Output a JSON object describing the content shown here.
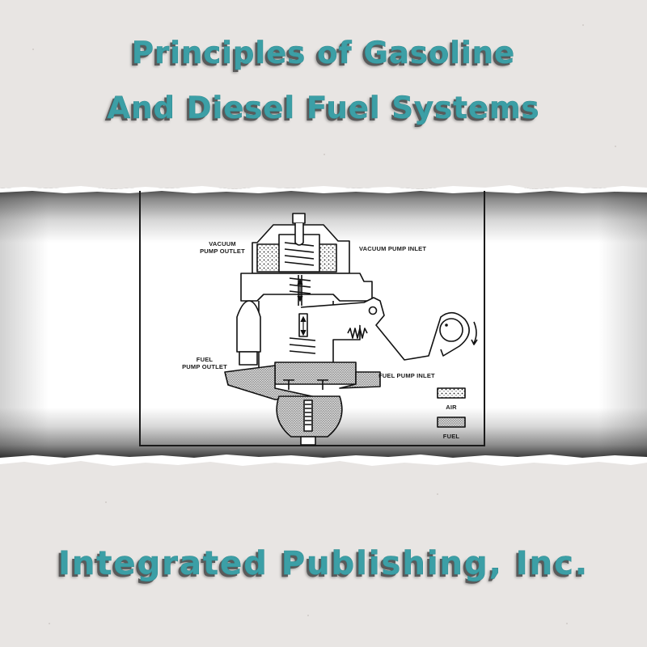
{
  "cover": {
    "title_line1": "Principles of Gasoline",
    "title_line2": "And Diesel Fuel Systems",
    "publisher": "Integrated Publishing, Inc.",
    "colors": {
      "title_teal": "#3c9fa6",
      "title_shadow": "#5a5a5a",
      "background": "#e8e5e3",
      "band_white": "#ffffff"
    }
  },
  "diagram": {
    "labels": {
      "vacuum_pump_outlet_1": "VACUUM",
      "vacuum_pump_outlet_2": "PUMP OUTLET",
      "vacuum_pump_inlet": "VACUUM PUMP INLET",
      "fuel_pump_outlet_1": "FUEL",
      "fuel_pump_outlet_2": "PUMP OUTLET",
      "fuel_pump_inlet": "FUEL PUMP INLET"
    },
    "legend": [
      {
        "label": "AIR",
        "pattern": "coarse-dots"
      },
      {
        "label": "FUEL",
        "pattern": "fine-dots"
      }
    ]
  }
}
